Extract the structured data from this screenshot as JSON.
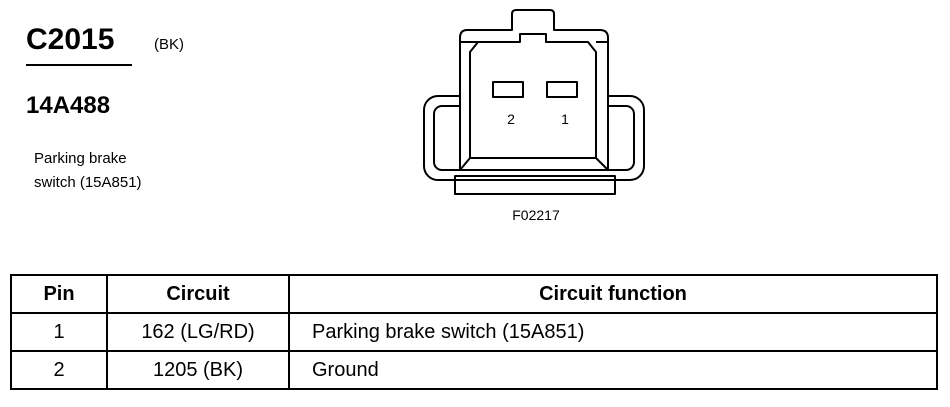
{
  "header": {
    "connector_id": "C2015",
    "connector_color": "(BK)",
    "part_number": "14A488",
    "description_line1": "Parking brake",
    "description_line2": "switch (15A851)"
  },
  "diagram": {
    "pin_labels": [
      "2",
      "1"
    ],
    "figure_id": "F02217"
  },
  "table": {
    "headers": {
      "pin": "Pin",
      "circuit": "Circuit",
      "function": "Circuit function"
    },
    "rows": [
      {
        "pin": "1",
        "circuit": "162 (LG/RD)",
        "function": "Parking brake switch (15A851)"
      },
      {
        "pin": "2",
        "circuit": "1205 (BK)",
        "function": "Ground"
      }
    ]
  }
}
